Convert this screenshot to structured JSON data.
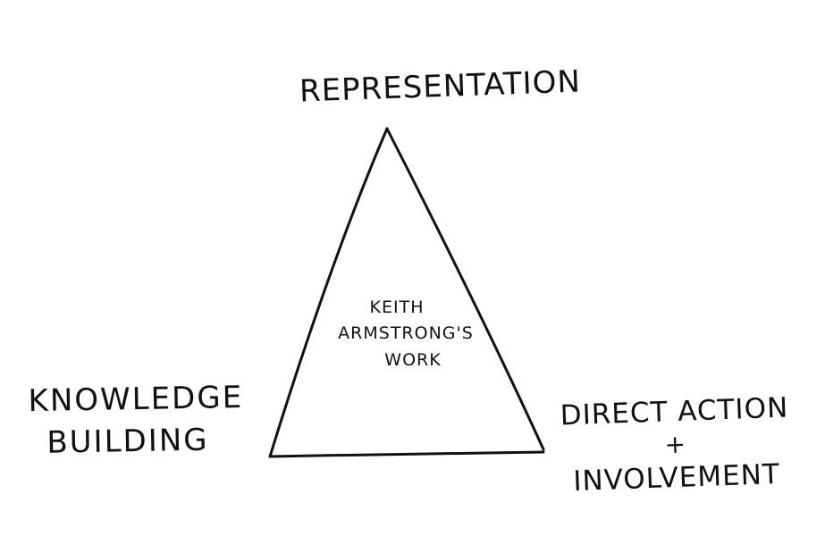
{
  "diagram": {
    "top_label": "REPRESENTATION",
    "left_label": {
      "line1": "KNOWLEDGE",
      "line2": "BUILDING"
    },
    "right_label": {
      "line1": "DIRECT ACTION",
      "line2": "+",
      "line3": "INVOLVEMENT"
    },
    "center_label": {
      "line1": "KEITH",
      "line2": "ARMSTRONG'S",
      "line3": "WORK"
    },
    "stroke_color": "#111111",
    "background_color": "#ffffff"
  }
}
